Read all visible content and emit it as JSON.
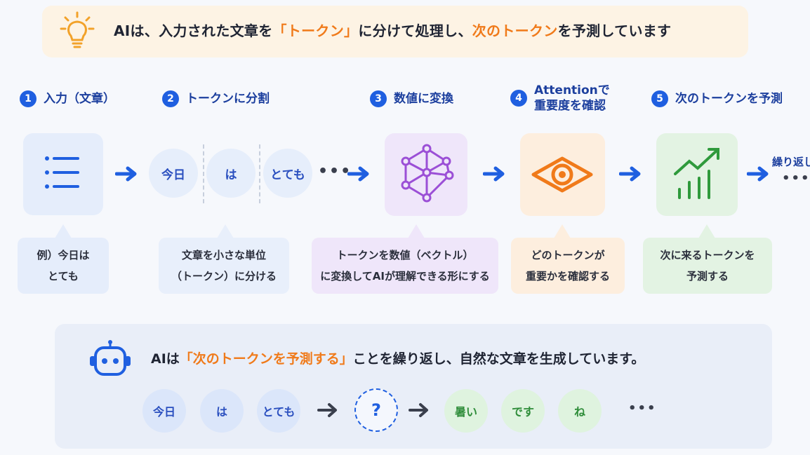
{
  "banner": {
    "icon": "lightbulb-icon",
    "text_pre": "AIは、入力された文章を",
    "text_token": "「トークン」",
    "text_mid": "に分けて処理し、",
    "text_next": "次のトークン",
    "text_post": "を予測しています"
  },
  "steps": [
    {
      "num": "1",
      "label": "入力（文章）"
    },
    {
      "num": "2",
      "label": "トークンに分割"
    },
    {
      "num": "3",
      "label": "数値に変換"
    },
    {
      "num": "4",
      "label_line1": "Attentionで",
      "label_line2": "重要度を確認"
    },
    {
      "num": "5",
      "label": "次のトークンを予測"
    }
  ],
  "tokens": [
    "今日",
    "は",
    "とても"
  ],
  "ellipsis": "•••",
  "repeat_label": "繰り返し",
  "repeat_dots": "•••",
  "callouts": [
    {
      "line1": "例）今日は",
      "line2": "とても"
    },
    {
      "line1": "文章を小さな単位",
      "line2": "（トークン）に分ける"
    },
    {
      "line1": "トークンを数値（ベクトル）",
      "line2": "に変換してAIが理解できる形にする"
    },
    {
      "line1": "どのトークンが",
      "line2": "重要かを確認する"
    },
    {
      "line1": "次に来るトークンを",
      "line2": "予測する"
    }
  ],
  "bottom": {
    "icon": "robot-icon",
    "text_pre": "AIは",
    "text_highlight": "「次のトークンを予測する」",
    "text_post": "ことを繰り返し、自然な文章を生成しています。",
    "tokens": [
      "今日",
      "は",
      "とても"
    ],
    "question": "?",
    "generated": [
      "暑い",
      "です",
      "ね"
    ],
    "dots": "•••"
  },
  "colors": {
    "accent_blue": "#1f5fe0",
    "accent_orange": "#f07a1a",
    "purple": "#9b4fd6",
    "green": "#2f9a3c"
  }
}
